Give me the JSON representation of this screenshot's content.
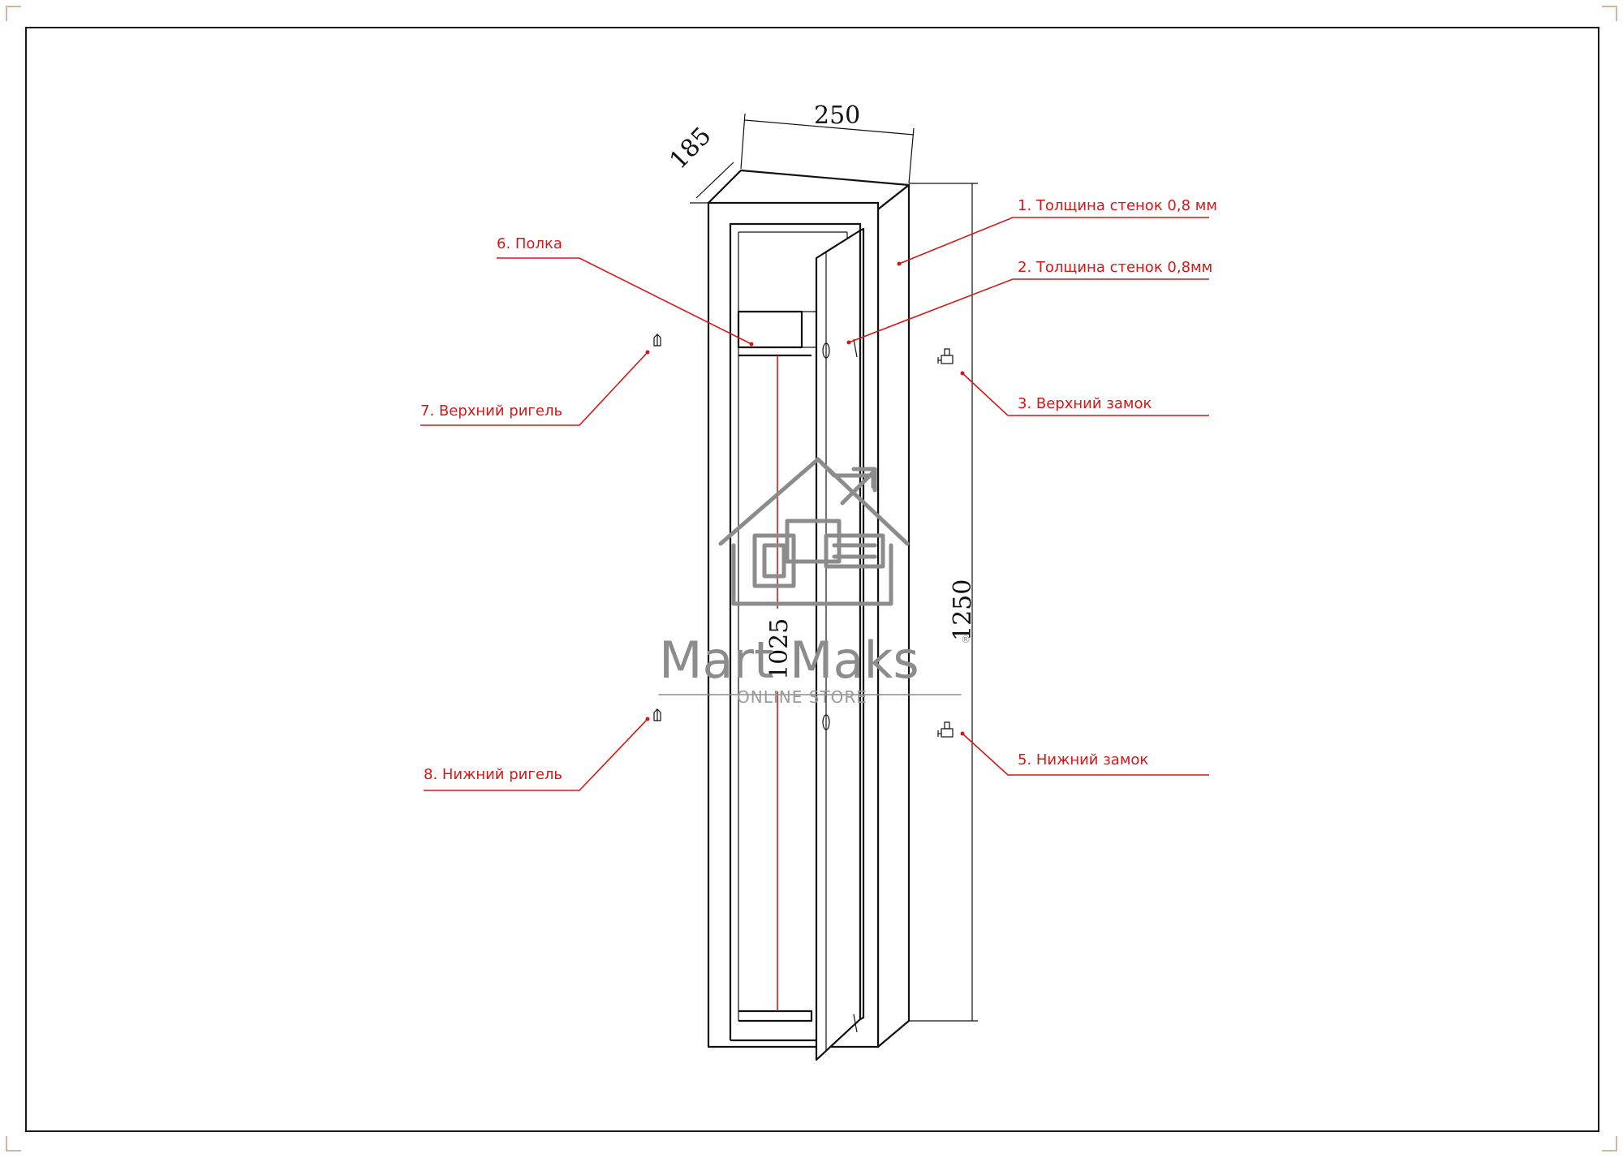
{
  "dimensions": {
    "width": "250",
    "depth": "185",
    "height": "1250",
    "inner_height": "1025"
  },
  "callouts": {
    "c1": "1. Толщина стенок 0,8 мм",
    "c2": "2. Толщина стенок 0,8мм",
    "c3": "3. Верхний замок",
    "c5": "5. Нижний замок",
    "c6": "6. Полка",
    "c7": "7. Верхний ригель",
    "c8": "8. Нижний ригель"
  },
  "watermark": {
    "brand": "Mart Maks",
    "registered": "®",
    "subtitle": "ONLINE STORE"
  },
  "colors": {
    "callout": "#d31818",
    "lines": "#111111",
    "watermark": "#8c8c8c"
  }
}
